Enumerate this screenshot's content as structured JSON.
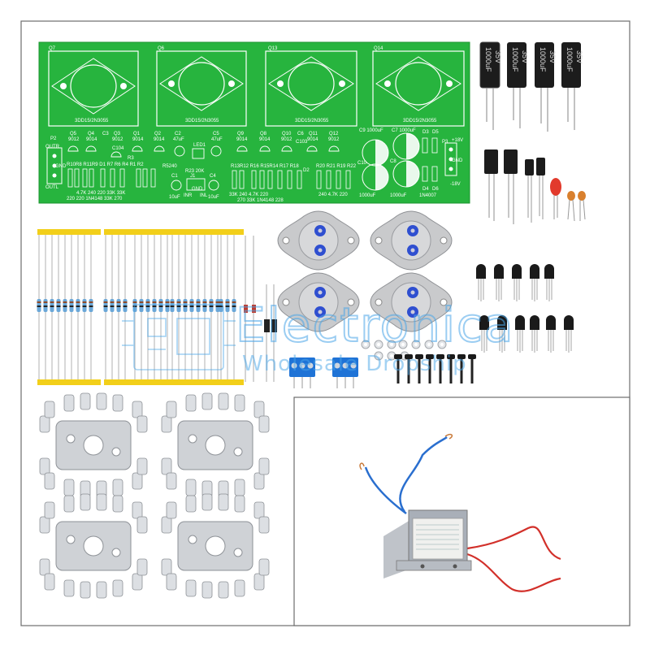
{
  "pcb": {
    "transistor_pads": [
      {
        "ref": "Q7",
        "part": "3DD15/2N3055"
      },
      {
        "ref": "Q6",
        "part": "3DD15/2N3055"
      },
      {
        "ref": "Q13",
        "part": "3DD15/2N3055"
      },
      {
        "ref": "Q14",
        "part": "3DD15/2N3055"
      }
    ],
    "silkscreen": {
      "p2": "P2",
      "outr": "OUTR",
      "gnd": "GND",
      "outl": "OUTL",
      "q5": "Q5",
      "q5v": "9012",
      "q4": "Q4",
      "q4v": "9014",
      "c3": "C3",
      "q3": "Q3",
      "q3v": "9012",
      "q1": "Q1",
      "q1v": "9014",
      "q2": "Q2",
      "q2v": "9014",
      "c2": "C2",
      "c2v": "47uF",
      "led1": "LED1",
      "c5": "C5",
      "c5v": "47uF",
      "q9": "Q9",
      "q9v": "9014",
      "q8": "Q8",
      "q8v": "9014",
      "q10": "Q10",
      "q10v": "9012",
      "c6": "C6",
      "q11": "Q11",
      "q11v": "9014",
      "q12": "Q12",
      "q12v": "9012",
      "c104a": "C104",
      "c104b": "C103",
      "r5": "R5240",
      "r23": "R23 20K",
      "c1": "C1",
      "c1v": "10uF",
      "j1": "J1",
      "inr": "INR",
      "gnd2": "GND",
      "inl": "INL",
      "c4": "C4",
      "c4v": "10uF",
      "left_resistors": "R10R8 R11R9  D1 R7 R6   R4 R1 R2",
      "left_values_a": "4.7K    240      220       33K     33K",
      "left_values_b": "220    220  1N4148 33K      270",
      "r3": "R3",
      "right_resistors": "R13R12  R16 R15R14 R17 R18",
      "right_resistors_b": "R20 R21 R19 R22",
      "d2": "D2",
      "right_values_a": "33K      240     4.7K     220",
      "right_values_b": "270          33K  1N4148    228",
      "right_values_c": "240   4.7K  220",
      "c9": "C9 1000uF",
      "c7": "C7 1000uF",
      "c10": "C10",
      "c8": "C8",
      "c10v": "1000uF",
      "c8v": "1000uF",
      "d3": "D3",
      "d5": "D5",
      "d4": "D4",
      "d6": "D6",
      "diode": "1N4007",
      "p3": "P3",
      "plus18": "+18V",
      "gnd3": "GND",
      "minus18": "-18V"
    }
  },
  "capacitors": {
    "label_a": "1000uF",
    "label_b": "35V"
  },
  "watermark": {
    "brand": "Electronica",
    "tagline": "Wholesale Dropship"
  },
  "colors": {
    "pcb_green": "#25b23c",
    "pcb_silk": "#ffffff",
    "frame_border": "#555555",
    "resistor_tape": "#f2cf1a",
    "terminal_blue": "#1e73d6",
    "capacitor_black": "#1c1c1c",
    "transformer_white": "#f0f0ee",
    "wire_red": "#d2302a",
    "wire_blue": "#2a6fcf",
    "heatsink_silver": "#c8cbcf"
  }
}
